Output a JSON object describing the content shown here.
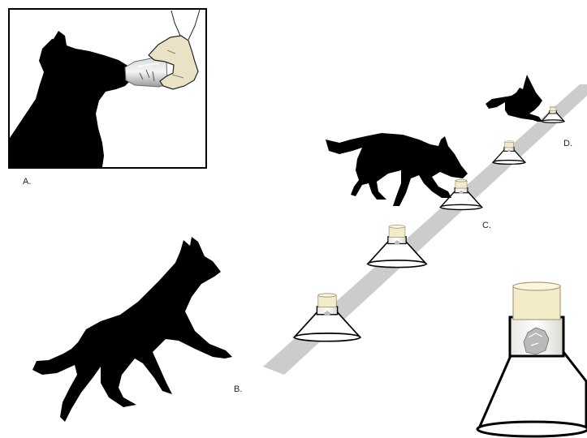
{
  "labels": {
    "a": "A.",
    "b": "B.",
    "c": "C.",
    "d": "D."
  },
  "colors": {
    "silhouette": "#000000",
    "track": "#cccccc",
    "glove": "#e9e2c4",
    "cap": "#f4ecc8",
    "frame": "#000000"
  },
  "icons": {
    "dog_sniffing_bottle": "dog-head-silhouette",
    "gloved_hand": "gloved-hand",
    "glass_bottle": "glass-bottle",
    "trotting_dog": "running-dog-silhouette",
    "walking_dog": "sniffing-dog-silhouette",
    "lying_dog": "lying-dog-silhouette",
    "scent_station": "scent-jar-cone"
  }
}
